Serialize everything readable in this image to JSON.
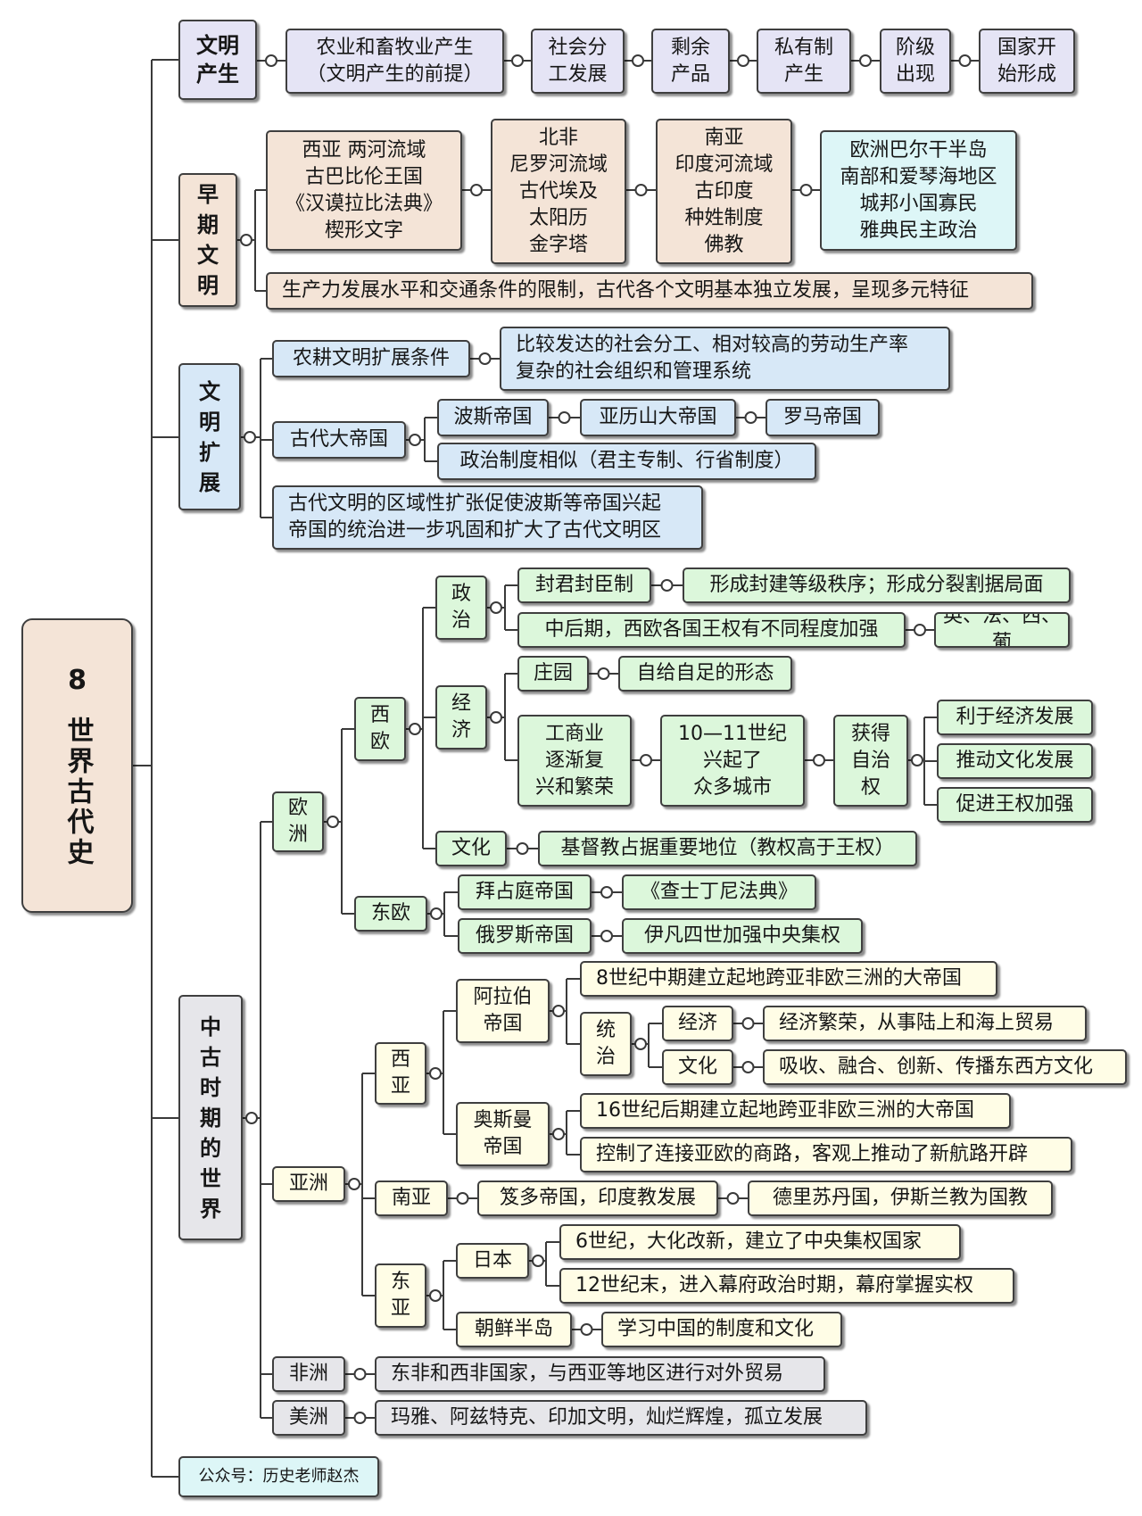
{
  "center": {
    "number": "8",
    "title": "世界古代史"
  },
  "footer": "公众号：历史老师赵杰",
  "sec1": {
    "label": "文明\n产生",
    "items": [
      "农业和畜牧业产生\n（文明产生的前提）",
      "社会分\n工发展",
      "剩余\n产品",
      "私有制\n产生",
      "阶级\n出现",
      "国家开\n始形成"
    ]
  },
  "sec2": {
    "label": "早\n期\n文\n明",
    "regions": [
      "西亚 两河流域\n古巴比伦王国\n《汉谟拉比法典》\n楔形文字",
      "北非\n尼罗河流域\n古代埃及\n太阳历\n金字塔",
      "南亚\n印度河流域\n古印度\n种姓制度\n佛教",
      "欧洲巴尔干半岛\n南部和爱琴海地区\n城邦小国寡民\n雅典民主政治"
    ],
    "summary": "生产力发展水平和交通条件的限制，古代各个文明基本独立发展，呈现多元特征"
  },
  "sec3": {
    "label": "文\n明\n扩\n展",
    "farm_label": "农耕文明扩展条件",
    "farm_detail": "比较发达的社会分工、相对较高的劳动生产率\n复杂的社会组织和管理系统",
    "empire_label": "古代大帝国",
    "empires": [
      "波斯帝国",
      "亚历山大帝国",
      "罗马帝国"
    ],
    "empire_detail": "政治制度相似（君主专制、行省制度）",
    "conclusion": "古代文明的区域性扩张促使波斯等帝国兴起\n帝国的统治进一步巩固和扩大了古代文明区"
  },
  "sec4": {
    "label": "中\n古\n时\n期\n的\n世\n界",
    "europe": "欧\n洲",
    "west_europe": "西\n欧",
    "politics": "政\n治",
    "feudal": "封君封臣制",
    "feudal_result": "形成封建等级秩序；形成分裂割据局面",
    "kingship": "中后期，西欧各国王权有不同程度加强",
    "kingship_countries": "英、法、西、葡",
    "economy": "经\n济",
    "manor": "庄园",
    "manor_detail": "自给自足的形态",
    "commerce": "工商业\n逐渐复\n兴和繁荣",
    "cities": "10—11世纪\n兴起了\n众多城市",
    "autonomy": "获得\n自治\n权",
    "effects": [
      "利于经济发展",
      "推动文化发展",
      "促进王权加强"
    ],
    "culture": "文化",
    "culture_detail": "基督教占据重要地位（教权高于王权）",
    "east_europe": "东欧",
    "byzantine": "拜占庭帝国",
    "byzantine_detail": "《查士丁尼法典》",
    "russia": "俄罗斯帝国",
    "russia_detail": "伊凡四世加强中央集权",
    "asia": "亚洲",
    "west_asia": "西\n亚",
    "arab": "阿拉伯\n帝国",
    "arab_detail": "8世纪中期建立起地跨亚非欧三洲的大帝国",
    "rule": "统\n治",
    "rule_econ": "经济",
    "rule_econ_detail": "经济繁荣，从事陆上和海上贸易",
    "rule_culture": "文化",
    "rule_culture_detail": "吸收、融合、创新、传播东西方文化",
    "ottoman": "奥斯曼\n帝国",
    "ottoman_d1": "16世纪后期建立起地跨亚非欧三洲的大帝国",
    "ottoman_d2": "控制了连接亚欧的商路，客观上推动了新航路开辟",
    "south_asia": "南亚",
    "gupta": "笈多帝国，印度教发展",
    "delhi": "德里苏丹国，伊斯兰教为国教",
    "east_asia": "东\n亚",
    "japan": "日本",
    "japan_d1": "6世纪，大化改新，建立了中央集权国家",
    "japan_d2": "12世纪末，进入幕府政治时期，幕府掌握实权",
    "korea": "朝鲜半岛",
    "korea_detail": "学习中国的制度和文化",
    "africa": "非洲",
    "africa_detail": "东非和西非国家，与西亚等地区进行对外贸易",
    "america": "美洲",
    "america_detail": "玛雅、阿兹特克、印加文明，灿烂辉煌，孤立发展"
  }
}
